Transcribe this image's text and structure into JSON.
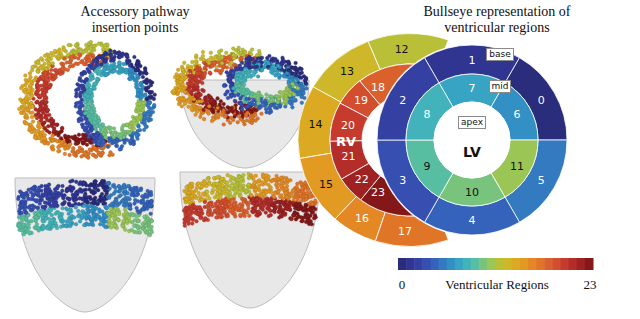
{
  "diagram": {
    "nodes": [
      {
        "text": [
          "base"
        ]
      },
      {
        "text": [
          "mid"
        ]
      },
      {
        "text": [
          "apex"
        ]
      }
    ],
    "labels": [
      "Accessory pathway insertion points",
      "Bullseye representation of ventricular regions",
      "RV",
      "LV",
      "0",
      "1",
      "2",
      "3",
      "4",
      "5",
      "6",
      "7",
      "8",
      "9",
      "10",
      "11",
      "12",
      "13",
      "14",
      "15",
      "16",
      "17",
      "18",
      "19",
      "20",
      "21",
      "22",
      "23",
      "0",
      "Ventricular Regions",
      "23"
    ]
  }
}
